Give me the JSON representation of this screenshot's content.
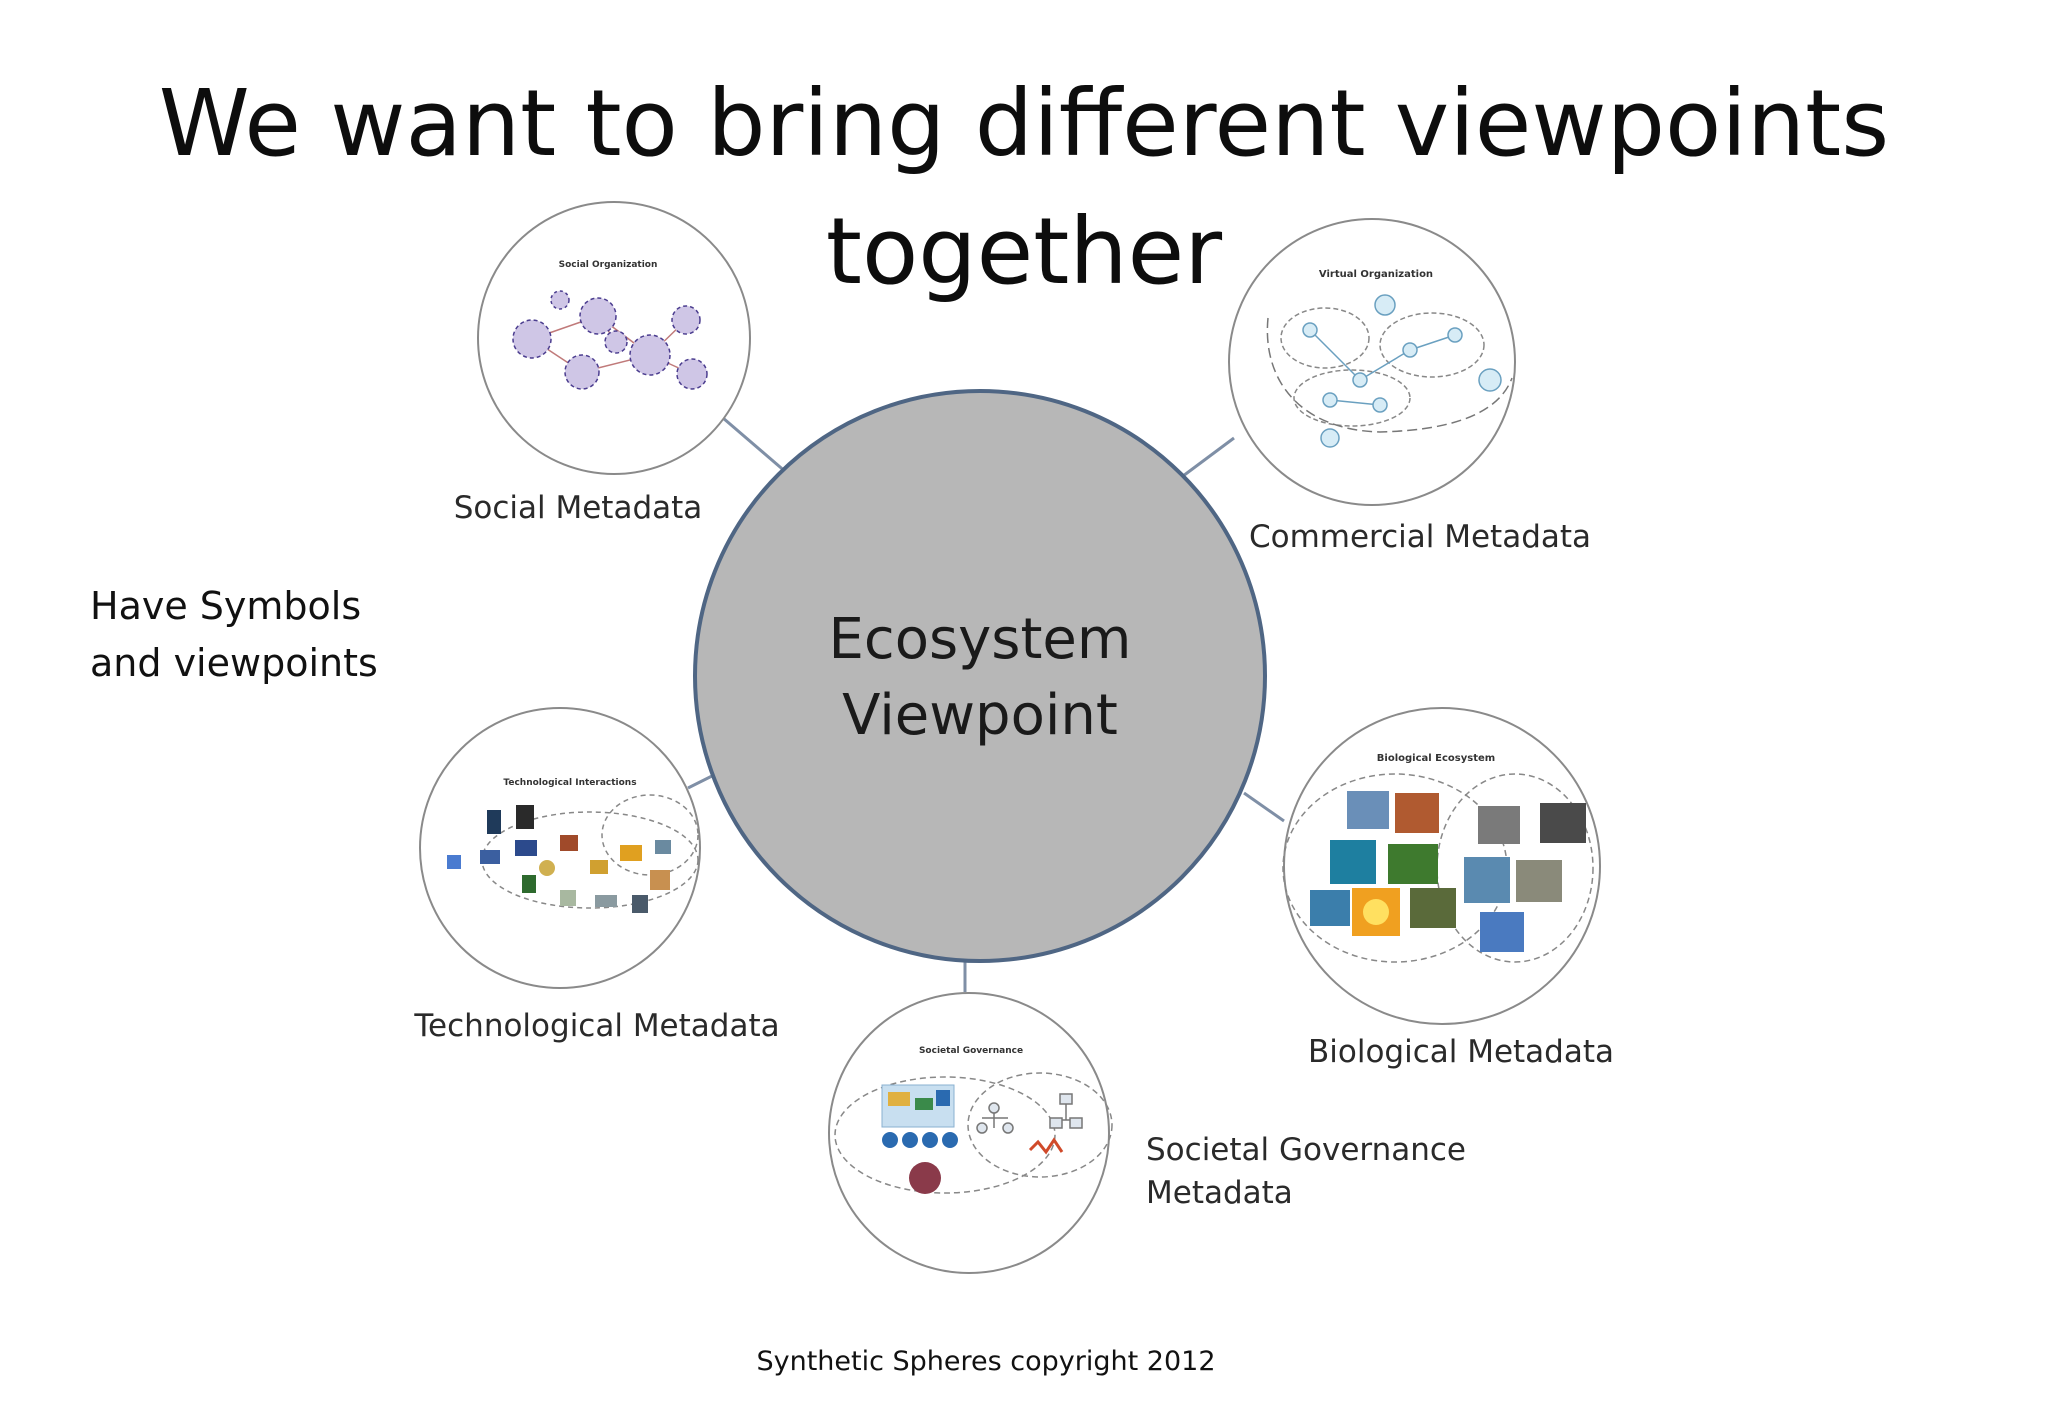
{
  "slide": {
    "title_line1": "We want to bring different viewpoints",
    "title_line2": "together",
    "side_note_line1": "Have Symbols",
    "side_note_line2": "and viewpoints",
    "footer": "Synthetic Spheres copyright 2012"
  },
  "center": {
    "line1": "Ecosystem",
    "line2": "Viewpoint",
    "fill": "#b7b7b7",
    "stroke": "#4f6684"
  },
  "satellites": {
    "social": {
      "label": "Social Metadata",
      "inner_title": "Social Organization"
    },
    "commercial": {
      "label": "Commercial Metadata",
      "inner_title": "Virtual Organization"
    },
    "technological": {
      "label": "Technological Metadata",
      "inner_title": "Technological Interactions"
    },
    "biological": {
      "label": "Biological Metadata",
      "inner_title": "Biological Ecosystem"
    },
    "societal": {
      "label_line1": "Societal Governance",
      "label_line2": "Metadata",
      "inner_title": "Societal Governance"
    }
  },
  "colors": {
    "satellite_stroke": "#8a8a8a",
    "connector": "#7f8fa6",
    "node_fill": "#cfc6e6",
    "node_stroke": "#4b3d8f",
    "cloud_stroke": "#6aa0c0"
  }
}
